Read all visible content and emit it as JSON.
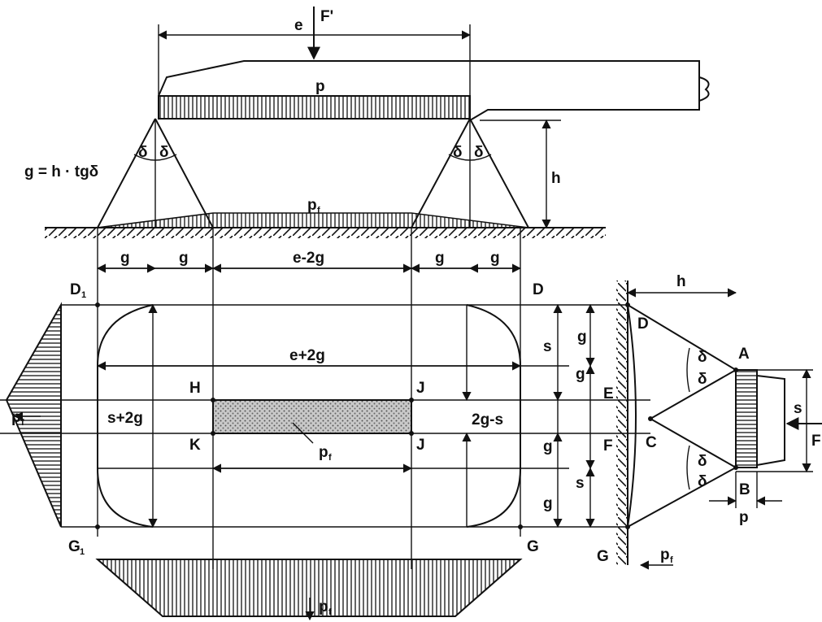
{
  "formula": "g = h · tgδ",
  "labels": {
    "e": "e",
    "F_prime": "F'",
    "p": "p",
    "h": "h",
    "delta": "δ",
    "p_f": "p",
    "p_f_sub": "f",
    "g": "g",
    "e_minus_2g": "e-2g",
    "e_plus_2g": "e+2g",
    "s": "s",
    "s_plus_2g": "s+2g",
    "two_g_minus_s": "2g-s",
    "F": "F",
    "D1": "D",
    "D1_sub": "1",
    "G1": "G",
    "G1_sub": "1",
    "D": "D",
    "G": "G",
    "H": "H",
    "J": "J",
    "K": "K",
    "A": "A",
    "B": "B",
    "C": "C",
    "E": "E",
    "F_point": "F"
  }
}
